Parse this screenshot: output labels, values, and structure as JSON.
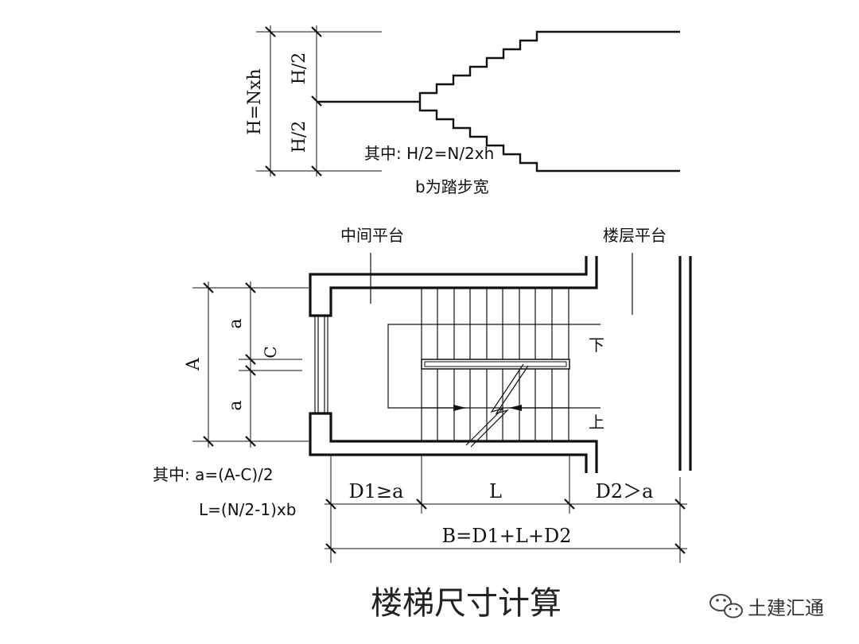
{
  "section_view": {
    "total_height_label": "H=Nxh",
    "upper_half_label": "H/2",
    "lower_half_label": "H/2",
    "note_line1": "其中: H/2=N/2xh",
    "note_line2": "b为踏步宽"
  },
  "plan_view": {
    "middle_landing_label": "中间平台",
    "floor_landing_label": "楼层平台",
    "down_label": "下",
    "up_label": "上",
    "dim_A": "A",
    "dim_a_top": "a",
    "dim_C": "C",
    "dim_a_bottom": "a",
    "dim_D1": "D1≥a",
    "dim_L": "L",
    "dim_D2": "D2＞a",
    "dim_B": "B=D1+L+D2",
    "formula_line1": "其中: a=(A-C)/2",
    "formula_line2": "L=(N/2-1)xb"
  },
  "title": "楼梯尺寸计算",
  "watermark": {
    "text": "土建汇通",
    "icon": "wechat-icon"
  }
}
